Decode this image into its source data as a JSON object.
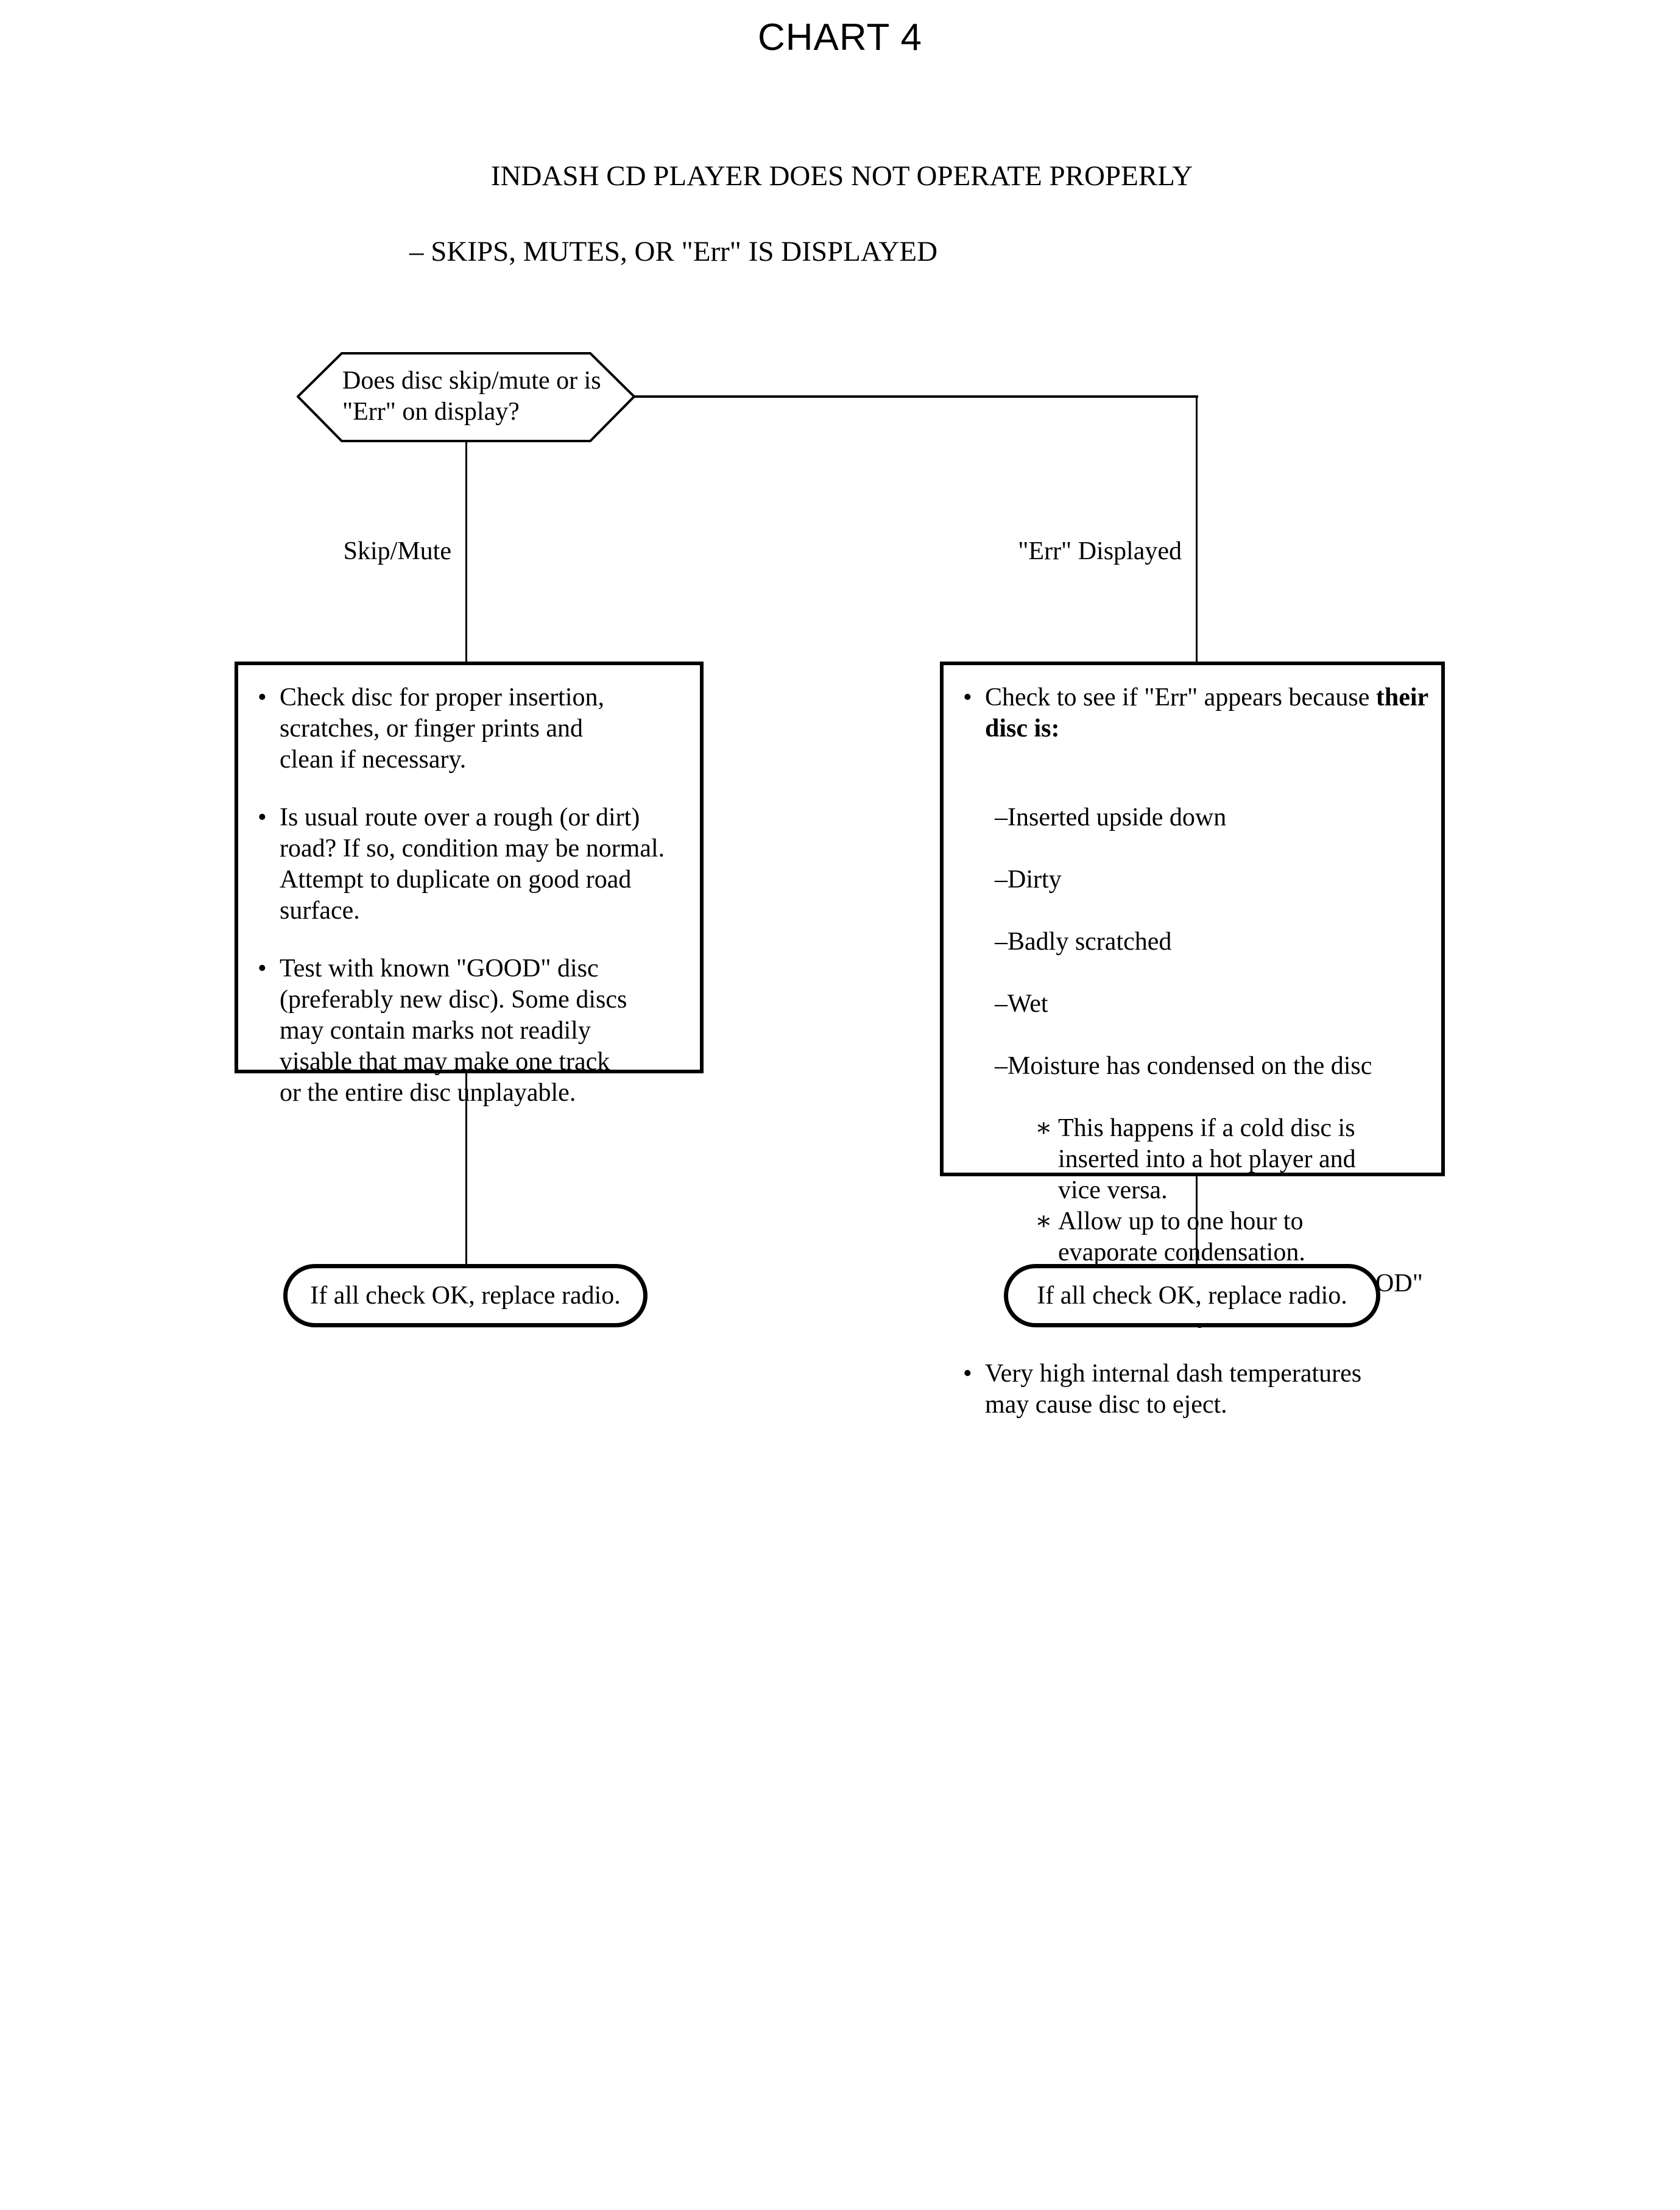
{
  "chart_title": "CHART 4",
  "subtitle_line_1": "INDASH CD PLAYER DOES NOT OPERATE PROPERLY",
  "subtitle_line_2": "– SKIPS, MUTES, OR \"Err\" IS DISPLAYED",
  "decision": {
    "text": "Does disc skip/mute or\nis \"Err\" on display?"
  },
  "branches": {
    "left_label": "Skip/Mute",
    "right_label": "\"Err\" Displayed"
  },
  "left_box": {
    "bullet_glyph": "•",
    "items": [
      "Check disc for proper insertion,\nscratches, or finger prints and\nclean if necessary.",
      "Is usual route over a rough (or dirt)\nroad?  If so, condition may be normal.\nAttempt to duplicate on good road\nsurface.",
      "Test with known \"GOOD\" disc\n(preferably new disc).  Some discs\nmay contain marks not readily\nvisable that may make one track\nor the entire disc unplayable."
    ]
  },
  "right_box": {
    "bullet_glyph": "•",
    "dash_glyph": "–",
    "star_glyph": "∗",
    "item_1_lead": "Check to see if \"Err\" appears because ",
    "item_1_bold": "their disc is:",
    "dash_items": [
      "Inserted upside down",
      "Dirty",
      "Badly scratched",
      "Wet",
      "Moisture has condensed on the disc"
    ],
    "star_items": [
      "This happens if a cold disc is\ninserted into a hot player and\nvice versa.",
      "Allow up to one hour to\nevaporate condensation.",
      "Check player with known \"GOOD\"\ndisc and verify to customer."
    ],
    "item_2": "Very high internal dash temperatures\nmay cause disc to eject."
  },
  "terminators": {
    "left": "If all check OK, replace radio.",
    "right": "If all check OK, replace radio."
  }
}
